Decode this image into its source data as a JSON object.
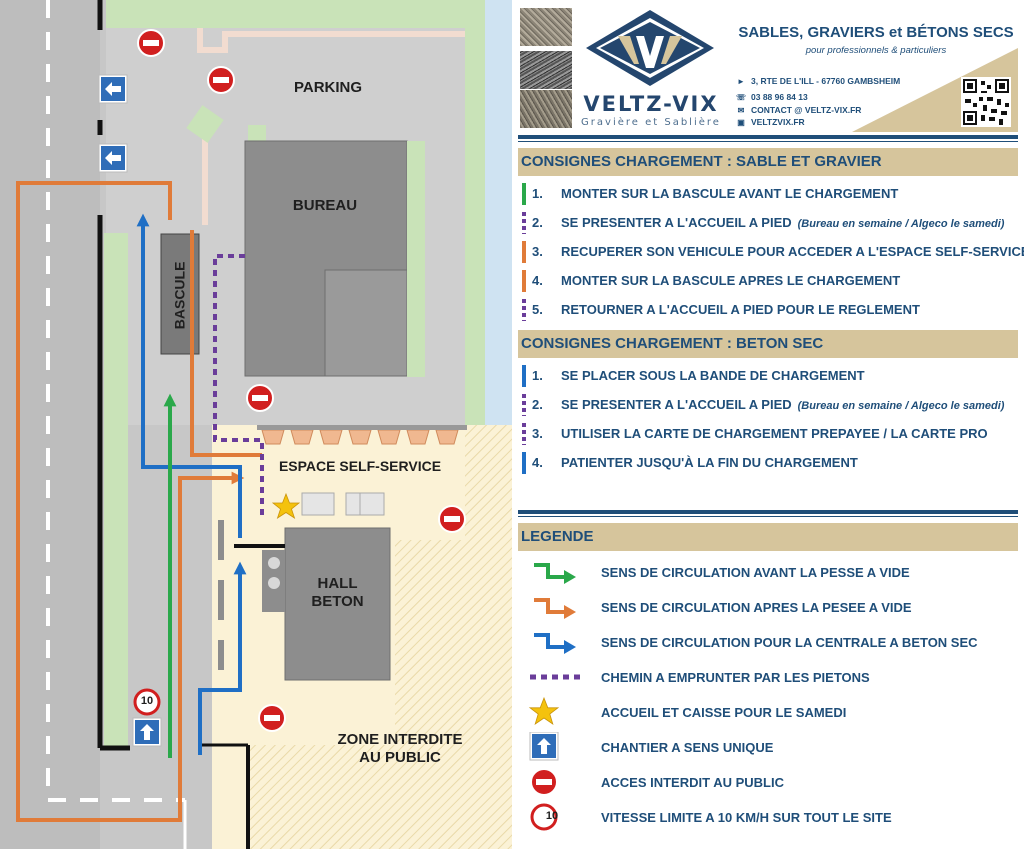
{
  "map": {
    "labels": {
      "parking": "PARKING",
      "bureau": "BUREAU",
      "bascule": "BASCULE",
      "espace": "ESPACE SELF-SERVICE",
      "hall_line1": "HALL",
      "hall_line2": "BETON",
      "zone_line1": "ZONE INTERDITE",
      "zone_line2": "AU PUBLIC"
    },
    "speed_limit": "10"
  },
  "header": {
    "brand": "VELTZ-VIX",
    "brand_sub": "Gravière et Sablière",
    "title": "SABLES, GRAVIERS et BÉTONS SECS",
    "subtitle": "pour professionnels & particuliers",
    "contacts": [
      {
        "icon": "location-arrow-icon",
        "text": "3, RTE DE L'ILL - 67760 GAMBSHEIM"
      },
      {
        "icon": "phone-icon",
        "text": "03 88 96 84 13"
      },
      {
        "icon": "mail-icon",
        "text": "CONTACT @ VELTZ-VIX.FR"
      },
      {
        "icon": "web-icon",
        "text": "VELTZVIX.FR"
      }
    ]
  },
  "sections": {
    "sable": {
      "title": "CONSIGNES CHARGEMENT : SABLE ET GRAVIER",
      "steps": [
        {
          "num": "1.",
          "text": "MONTER SUR LA BASCULE AVANT LE CHARGEMENT",
          "note": "",
          "color": "#2aa84a",
          "style": "solid"
        },
        {
          "num": "2.",
          "text": "SE PRESENTER A L'ACCUEIL A PIED",
          "note": "(Bureau en semaine / Algeco le samedi)",
          "color": "#6a3d9a",
          "style": "dotted"
        },
        {
          "num": "3.",
          "text": "RECUPERER SON VEHICULE POUR ACCEDER A L'ESPACE SELF-SERVICE",
          "note": "",
          "color": "#e07b39",
          "style": "solid"
        },
        {
          "num": "4.",
          "text": "MONTER SUR LA BASCULE APRES LE CHARGEMENT",
          "note": "",
          "color": "#e07b39",
          "style": "solid"
        },
        {
          "num": "5.",
          "text": "RETOURNER A L'ACCUEIL A PIED POUR LE REGLEMENT",
          "note": "",
          "color": "#6a3d9a",
          "style": "dotted"
        }
      ]
    },
    "beton": {
      "title": "CONSIGNES CHARGEMENT : BETON SEC",
      "steps": [
        {
          "num": "1.",
          "text": "SE PLACER SOUS LA BANDE DE CHARGEMENT",
          "note": "",
          "color": "#1f6fc5",
          "style": "solid"
        },
        {
          "num": "2.",
          "text": "SE PRESENTER A L'ACCUEIL A PIED",
          "note": "(Bureau en semaine / Algeco le samedi)",
          "color": "#6a3d9a",
          "style": "dotted"
        },
        {
          "num": "3.",
          "text": "UTILISER LA CARTE DE CHARGEMENT PREPAYEE / LA CARTE PRO",
          "note": "",
          "color": "#6a3d9a",
          "style": "dotted"
        },
        {
          "num": "4.",
          "text": "PATIENTER JUSQU'À LA FIN DU CHARGEMENT",
          "note": "",
          "color": "#1f6fc5",
          "style": "solid"
        }
      ]
    },
    "legend": {
      "title": "LEGENDE",
      "items": [
        {
          "icon": "green-arrow-icon",
          "text": "SENS DE CIRCULATION AVANT LA PESSE A VIDE"
        },
        {
          "icon": "orange-arrow-icon",
          "text": "SENS DE CIRCULATION APRES LA PESEE A VIDE"
        },
        {
          "icon": "blue-arrow-icon",
          "text": "SENS DE CIRCULATION POUR LA CENTRALE A BETON SEC"
        },
        {
          "icon": "dotted-path-icon",
          "text": "CHEMIN A EMPRUNTER PAR LES PIETONS"
        },
        {
          "icon": "star-icon",
          "text": "ACCUEIL ET CAISSE POUR LE SAMEDI"
        },
        {
          "icon": "one-way-icon",
          "text": "CHANTIER A SENS UNIQUE"
        },
        {
          "icon": "no-entry-icon",
          "text": "ACCES INTERDIT AU PUBLIC"
        },
        {
          "icon": "speed-limit-icon",
          "text": "VITESSE LIMITE A 10 KM/H SUR TOUT LE SITE",
          "value": "10"
        }
      ]
    }
  },
  "colors": {
    "green": "#2aa84a",
    "orange": "#e07b39",
    "blue": "#1f6fc5",
    "purple": "#6a3d9a",
    "navy": "#1f4e79",
    "gold": "#d6c59c"
  }
}
